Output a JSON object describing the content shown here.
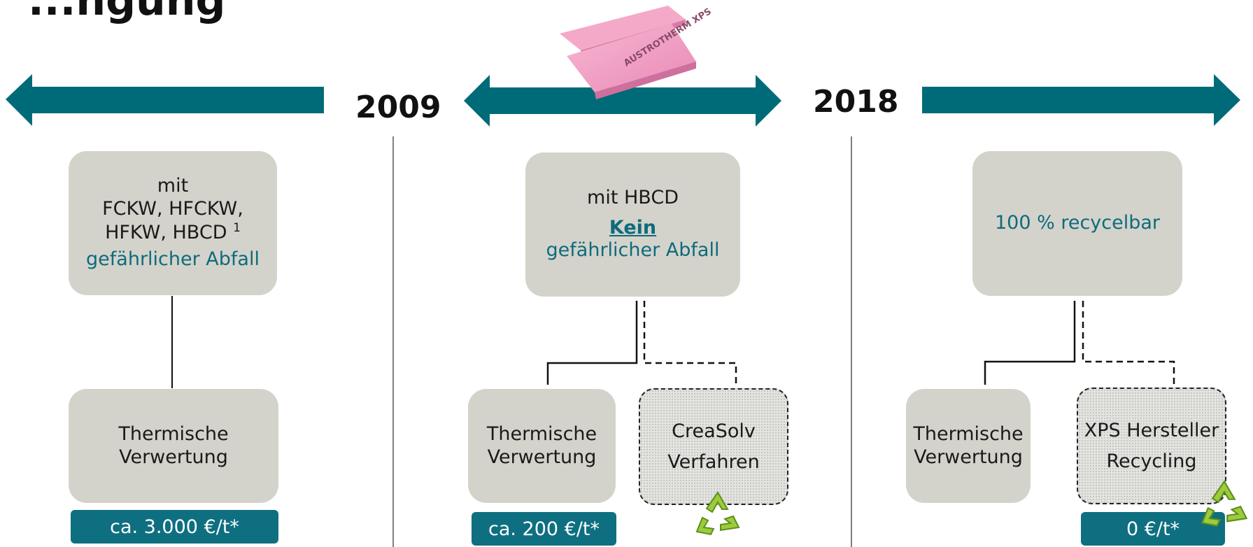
{
  "title_fragment": "...ngung",
  "years": [
    "2009",
    "2018"
  ],
  "colors": {
    "arrow": "#006b78",
    "box": "#d4d3cb",
    "accent_text": "#0e6b7c",
    "price_bg": "#0e6f80"
  },
  "product_image": {
    "brand": "AUSTROTHERM XPS",
    "icon": "pink-xps-boards"
  },
  "periods": [
    {
      "top_box": {
        "line1": "mit",
        "line2": "FCKW, HFCKW,",
        "line3": "HFKW, HBCD",
        "footnote": "1",
        "highlight": "gefährlicher Abfall"
      },
      "bottom_box": {
        "line1": "Thermische",
        "line2": "Verwertung"
      },
      "price": "ca. 3.000 €/t*"
    },
    {
      "top_box": {
        "line1": "mit HBCD",
        "highlight_bold": "Kein",
        "highlight": "gefährlicher Abfall"
      },
      "bottom_left": {
        "line1": "Thermische",
        "line2": "Verwertung"
      },
      "bottom_right": {
        "line1": "CreaSolv",
        "line2": "Verfahren",
        "icon": "recycle-icon"
      },
      "price": "ca. 200 €/t*"
    },
    {
      "top_box": {
        "highlight": "100 % recycelbar"
      },
      "bottom_left": {
        "line1": "Thermische",
        "line2": "Verwertung"
      },
      "bottom_right": {
        "line1": "XPS Hersteller",
        "line2": "Recycling",
        "icon": "recycle-icon"
      },
      "price": "0 €/t*"
    }
  ]
}
